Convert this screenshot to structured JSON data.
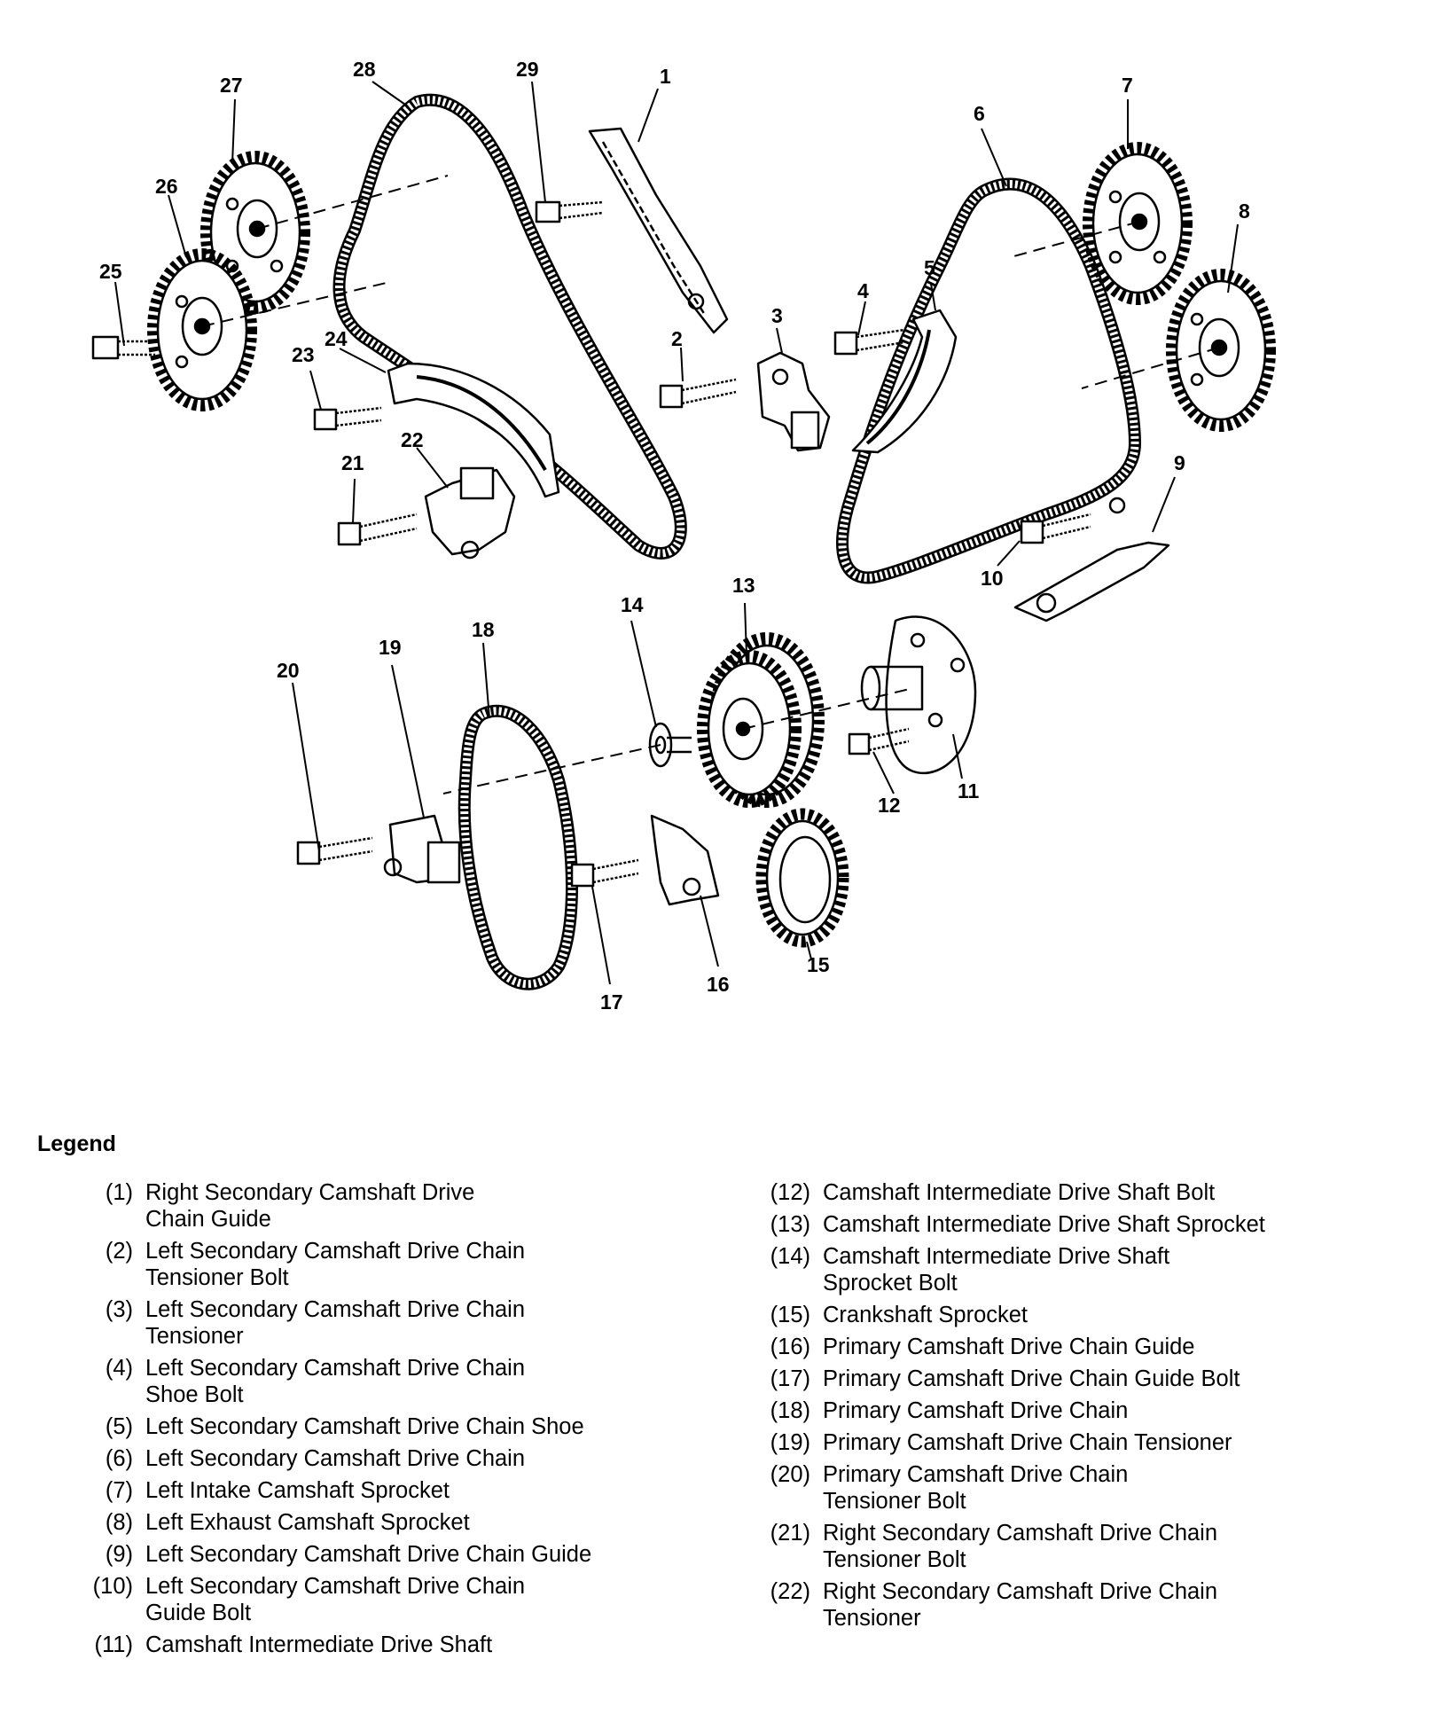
{
  "callouts": [
    "1",
    "2",
    "3",
    "4",
    "5",
    "6",
    "7",
    "8",
    "9",
    "10",
    "11",
    "12",
    "13",
    "14",
    "15",
    "16",
    "17",
    "18",
    "19",
    "20",
    "21",
    "22",
    "23",
    "24",
    "25",
    "26",
    "27",
    "28",
    "29"
  ],
  "legend": {
    "title": "Legend",
    "left": [
      {
        "ref": "(1)",
        "text": "Right Secondary Camshaft Drive\nChain Guide"
      },
      {
        "ref": "(2)",
        "text": "Left Secondary Camshaft Drive Chain\nTensioner Bolt"
      },
      {
        "ref": "(3)",
        "text": "Left Secondary Camshaft Drive Chain\nTensioner"
      },
      {
        "ref": "(4)",
        "text": "Left Secondary Camshaft Drive Chain\nShoe Bolt"
      },
      {
        "ref": "(5)",
        "text": "Left Secondary Camshaft Drive Chain Shoe"
      },
      {
        "ref": "(6)",
        "text": "Left Secondary Camshaft Drive Chain"
      },
      {
        "ref": "(7)",
        "text": "Left Intake Camshaft Sprocket"
      },
      {
        "ref": "(8)",
        "text": "Left Exhaust Camshaft Sprocket"
      },
      {
        "ref": "(9)",
        "text": "Left Secondary Camshaft Drive Chain Guide"
      },
      {
        "ref": "(10)",
        "text": "Left Secondary Camshaft Drive Chain\nGuide Bolt"
      },
      {
        "ref": "(11)",
        "text": "Camshaft Intermediate Drive Shaft"
      }
    ],
    "right": [
      {
        "ref": "(12)",
        "text": "Camshaft Intermediate Drive Shaft Bolt"
      },
      {
        "ref": "(13)",
        "text": "Camshaft Intermediate Drive Shaft Sprocket"
      },
      {
        "ref": "(14)",
        "text": "Camshaft Intermediate Drive Shaft\nSprocket Bolt"
      },
      {
        "ref": "(15)",
        "text": "Crankshaft Sprocket"
      },
      {
        "ref": "(16)",
        "text": "Primary Camshaft Drive Chain Guide"
      },
      {
        "ref": "(17)",
        "text": "Primary Camshaft Drive Chain Guide Bolt"
      },
      {
        "ref": "(18)",
        "text": "Primary Camshaft Drive Chain"
      },
      {
        "ref": "(19)",
        "text": "Primary Camshaft Drive Chain Tensioner"
      },
      {
        "ref": "(20)",
        "text": "Primary Camshaft Drive Chain\nTensioner Bolt"
      },
      {
        "ref": "(21)",
        "text": "Right Secondary Camshaft Drive Chain\nTensioner Bolt"
      },
      {
        "ref": "(22)",
        "text": "Right Secondary Camshaft Drive Chain\nTensioner"
      }
    ]
  }
}
